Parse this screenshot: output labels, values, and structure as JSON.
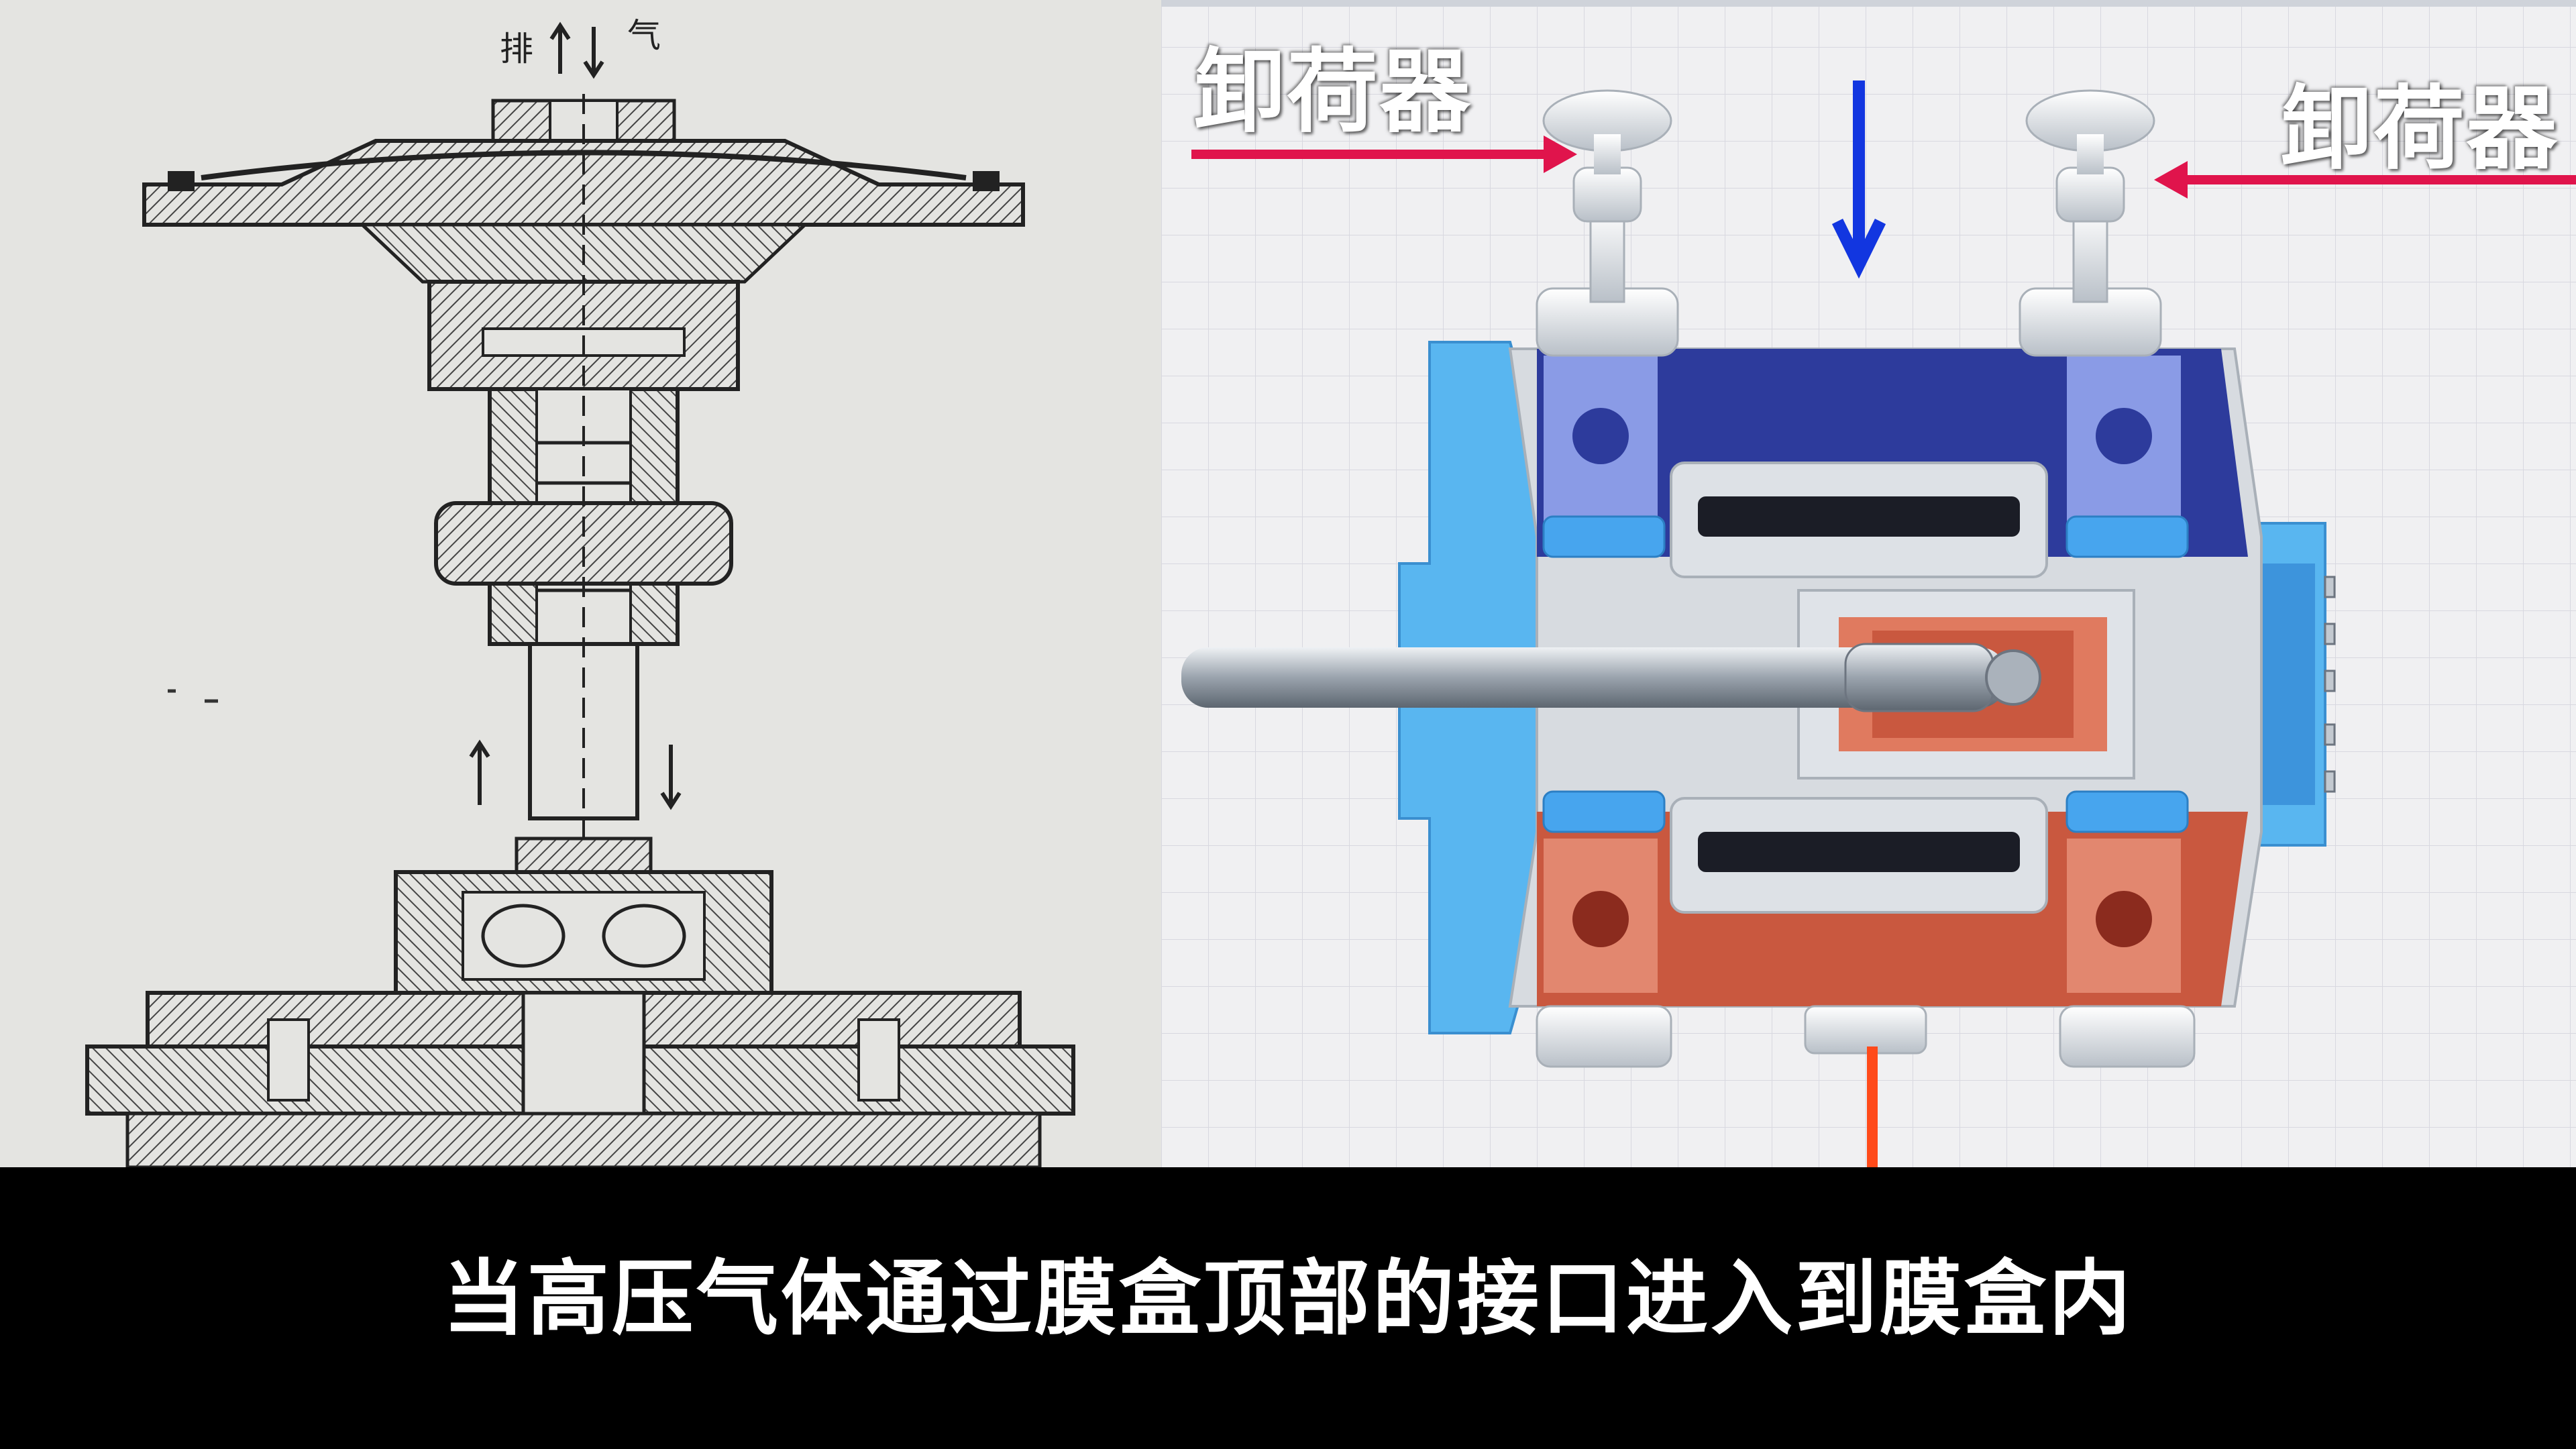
{
  "left_panel": {
    "top_labels": [
      "排",
      "气"
    ]
  },
  "right_panel": {
    "labels": {
      "unloader_left": "卸荷器",
      "unloader_right": "卸荷器"
    },
    "colors": {
      "arrow_red": "#e0144c",
      "flow_blue": "#1236e0",
      "flow_orange": "#ff4a1a",
      "housing_blue": "#59b6f0",
      "chamber_blue": "#2d3b9c",
      "chamber_red": "#c9583f",
      "body_gray": "#d7dbe0"
    }
  },
  "subtitle": {
    "text": "当高压气体通过膜盒顶部的接口进入到膜盒内"
  }
}
